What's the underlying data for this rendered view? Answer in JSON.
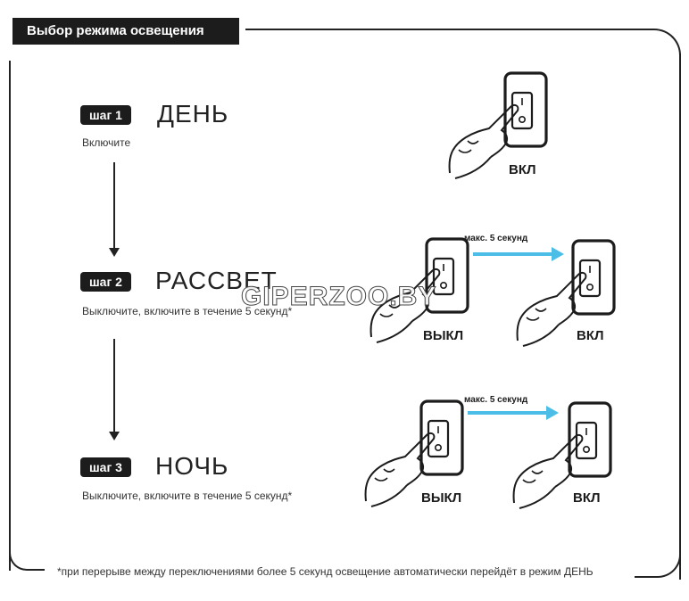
{
  "header": {
    "title": "Выбор режима освещения"
  },
  "steps": [
    {
      "badge": "шаг 1",
      "name": "ДЕНЬ",
      "description": "Включите"
    },
    {
      "badge": "шаг 2",
      "name": "РАССВЕТ",
      "description": "Выключите, включите в течение 5 секунд*"
    },
    {
      "badge": "шаг 3",
      "name": "НОЧЬ",
      "description": "Выключите, включите в течение 5 секунд*"
    }
  ],
  "switch_labels": {
    "on": "ВКЛ",
    "off": "ВЫКЛ"
  },
  "timer_label": "макс. 5 секунд",
  "footnote": "*при перерыве между переключениями более 5 секунд освещение автоматически перейдёт в режим ДЕНЬ",
  "watermark": "GIPERZOO.BY",
  "colors": {
    "arrow_accent": "#4bbde6",
    "badge_bg": "#1c1c1c",
    "line": "#222222"
  }
}
